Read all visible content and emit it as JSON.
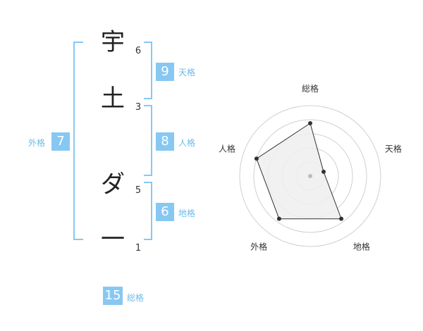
{
  "name": {
    "characters": [
      {
        "char": "宇",
        "strokes": "6"
      },
      {
        "char": "土",
        "strokes": "3"
      },
      {
        "char": "ダ",
        "strokes": "5"
      },
      {
        "char": "一",
        "strokes": "1"
      }
    ]
  },
  "kaku": {
    "ten": {
      "label": "天格",
      "value": "9"
    },
    "jin": {
      "label": "人格",
      "value": "8"
    },
    "chi": {
      "label": "地格",
      "value": "6"
    },
    "gai": {
      "label": "外格",
      "value": "7"
    },
    "sou": {
      "label": "総格",
      "value": "15"
    }
  },
  "chart_data": {
    "type": "radar",
    "axes": [
      "総格",
      "天格",
      "地格",
      "外格",
      "人格"
    ],
    "values": [
      0.75,
      0.2,
      0.75,
      0.75,
      0.8
    ],
    "max": 1,
    "rings": 5,
    "style": {
      "line": "#333333",
      "fill": "#eeeeee",
      "grid": "#d0d0d0",
      "center": "#bbbbbb"
    }
  }
}
